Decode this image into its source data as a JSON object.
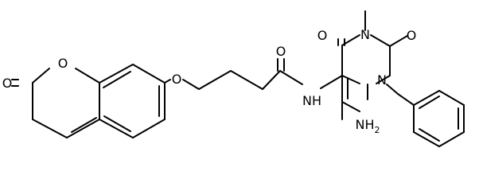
{
  "molecule": {
    "atoms": [
      {
        "id": "exo_o_coumarin",
        "text": "O"
      },
      {
        "id": "ring_o_coumarin",
        "text": "O"
      },
      {
        "id": "ether_o",
        "text": "O"
      },
      {
        "id": "amide_o",
        "text": "O"
      },
      {
        "id": "amide_n",
        "text": "NH"
      },
      {
        "id": "pyr_o_top",
        "text": "O"
      },
      {
        "id": "pyr_n_methyl",
        "text": "N"
      },
      {
        "id": "pyr_o_right",
        "text": "O"
      },
      {
        "id": "pyr_n_phenyl",
        "text": "N"
      },
      {
        "id": "amino_nh",
        "text": "NH"
      },
      {
        "id": "amino_sub",
        "text": "2"
      }
    ]
  }
}
